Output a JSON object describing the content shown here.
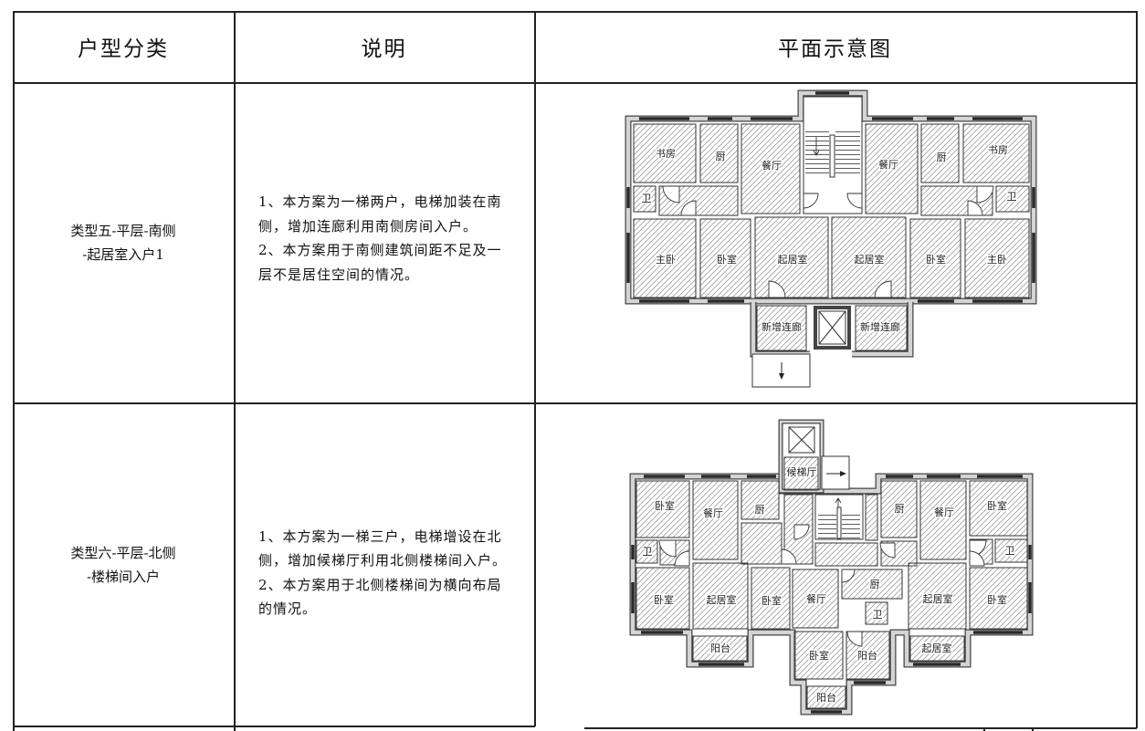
{
  "table": {
    "headers": {
      "type": "户型分类",
      "description": "说明",
      "plan": "平面示意图"
    },
    "rows": [
      {
        "type_lines": [
          "类型五-平层-南侧",
          "-起居室入户1"
        ],
        "description_lines": [
          "1、本方案为一梯两户，电梯加装在南",
          "侧，增加连廊利用南侧房间入户。",
          "2、本方案用于南侧建筑间距不足及一",
          "层不是居住空间的情况。"
        ],
        "plan_labels": [
          "书房",
          "厨",
          "餐厅",
          "餐厅",
          "厨",
          "书房",
          "卫",
          "卫",
          "主卧",
          "卧室",
          "起居室",
          "起居室",
          "卧室",
          "主卧",
          "新增连廊",
          "新增连廊"
        ]
      },
      {
        "type_lines": [
          "类型六-平层-北侧",
          "-楼梯间入户"
        ],
        "description_lines": [
          "1、本方案为一梯三户，电梯增设在北",
          "侧，增加候梯厅利用北侧楼梯间入户。",
          "2、本方案用于北侧楼梯间为横向布局",
          "的情况。"
        ],
        "plan_labels": [
          "候梯厅",
          "卧室",
          "餐厅",
          "厨",
          "厨",
          "餐厅",
          "卧室",
          "卫",
          "卫",
          "卧室",
          "起居室",
          "卧室",
          "餐厅",
          "厨",
          "起居室",
          "卧室",
          "卫",
          "阳台",
          "起居室",
          "卧室",
          "阳台",
          "阳台"
        ]
      }
    ]
  },
  "colors": {
    "line": "#222222",
    "hatch": "#8a8a8a",
    "wall": "#d4d4d4",
    "wall_outline": "#444444"
  },
  "icons": {
    "elevator": "elevator-icon",
    "entry_arrow_down": "arrow-down-icon",
    "entry_arrow_right": "arrow-right-icon"
  }
}
